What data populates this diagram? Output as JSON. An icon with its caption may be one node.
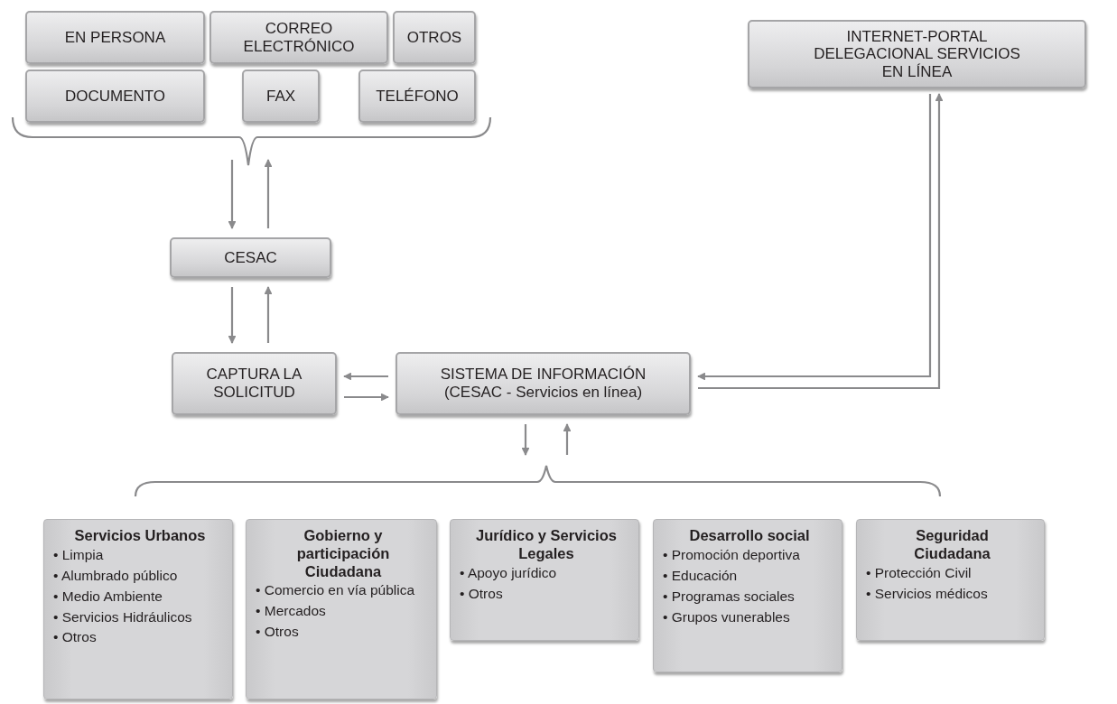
{
  "diagram": {
    "nodes": [
      {
        "text": [
          "EN PERSONA"
        ]
      },
      {
        "text": [
          "CORREO ELECTRÓNICO"
        ]
      },
      {
        "text": [
          "OTROS"
        ]
      },
      {
        "text": [
          "DOCUMENTO"
        ]
      },
      {
        "text": [
          "FAX"
        ]
      },
      {
        "text": [
          "TELÉFONO"
        ]
      },
      {
        "text": [
          "INTERNET-PORTAL DELEGACIONAL SERVICIOS EN LÍNEA"
        ]
      },
      {
        "text": [],
        "shape": "brace"
      },
      {
        "text": [
          "CESAC"
        ]
      },
      {
        "text": [
          "CAPTURA LA SOLICITUD"
        ]
      },
      {
        "text": [
          "SISTEMA DE INFORMACIÓN (CESAC - Servicios en línea)"
        ]
      },
      {
        "text": [],
        "shape": "brace"
      },
      {
        "text": [
          "Servicios Urbanos",
          "• Limpia",
          "• Alumbrado público",
          "• Medio Ambiente",
          "• Servicios Hidráulicos",
          "• Otros"
        ]
      },
      {
        "text": [
          "Gobierno y participación Ciudadana",
          "• Comercio en vía pública",
          "• Mercados",
          "• Otros"
        ]
      },
      {
        "text": [
          "Jurídico y Servicios Legales",
          "• Apoyo jurídico",
          "• Otros"
        ]
      },
      {
        "text": [
          "Desarrollo social",
          "• Promoción deportiva",
          "• Educación",
          "• Programas sociales",
          "• Grupos vunerables"
        ]
      },
      {
        "text": [
          "Seguridad Ciudadana",
          "• Protección Civil",
          "• Servicios médicos"
        ]
      }
    ],
    "edges": [
      {
        "from": 7,
        "to": 8,
        "arrow": "to"
      },
      {
        "from": 8,
        "to": 7,
        "arrow": "to"
      },
      {
        "from": 8,
        "to": 9,
        "arrow": "to"
      },
      {
        "from": 9,
        "to": 8,
        "arrow": "to"
      },
      {
        "from": 10,
        "to": 9,
        "arrow": "to"
      },
      {
        "from": 9,
        "to": 10,
        "arrow": "to"
      },
      {
        "from": 6,
        "to": 10,
        "arrow": "to"
      },
      {
        "from": 10,
        "to": 6,
        "arrow": "to"
      },
      {
        "from": 10,
        "to": 11,
        "arrow": "to"
      },
      {
        "from": 11,
        "to": 10,
        "arrow": "to"
      }
    ]
  }
}
